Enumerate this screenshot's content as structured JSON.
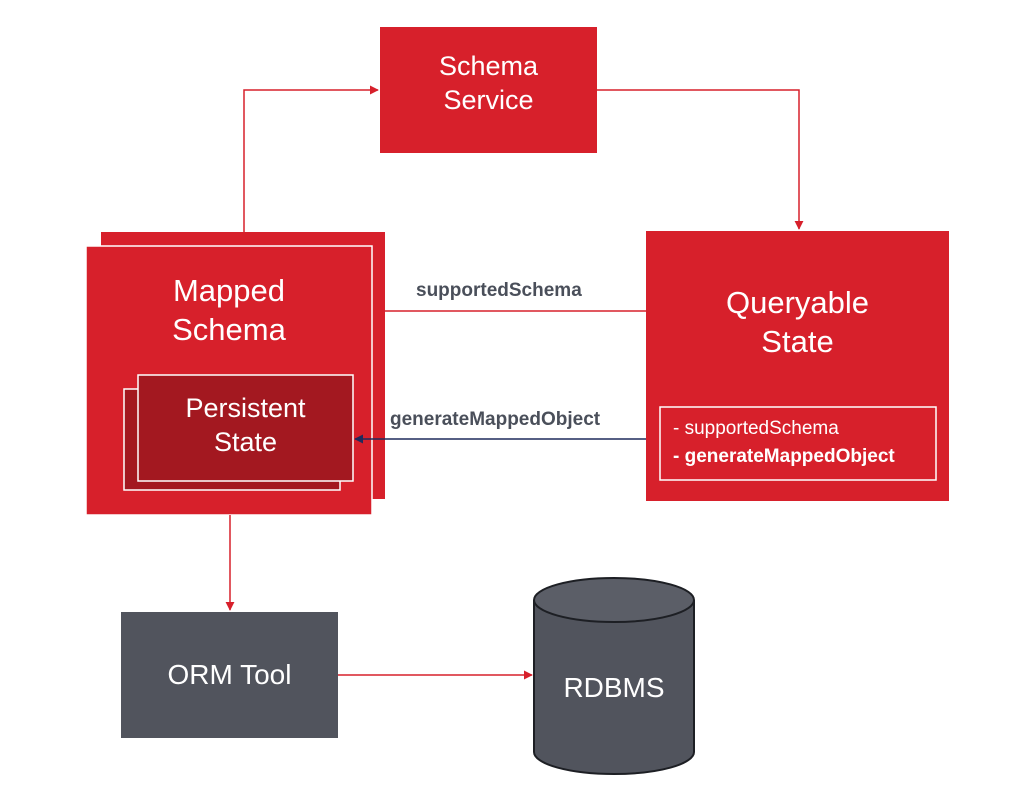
{
  "nodes": {
    "schema_service": "Schema\nService",
    "mapped_schema": "Mapped\nSchema",
    "persistent_state": "Persistent\nState",
    "queryable_state": "Queryable\nState",
    "orm_tool": "ORM Tool",
    "rdbms": "RDBMS"
  },
  "queryable_methods": [
    "- supportedSchema",
    "- generateMappedObject"
  ],
  "edges": {
    "supported_schema": "supportedSchema",
    "generate_mapped_object": "generateMappedObject"
  },
  "colors": {
    "red": "#d7202b",
    "dark_red": "#a31820",
    "gray": "#51545d",
    "navy": "#1f2a5c"
  }
}
